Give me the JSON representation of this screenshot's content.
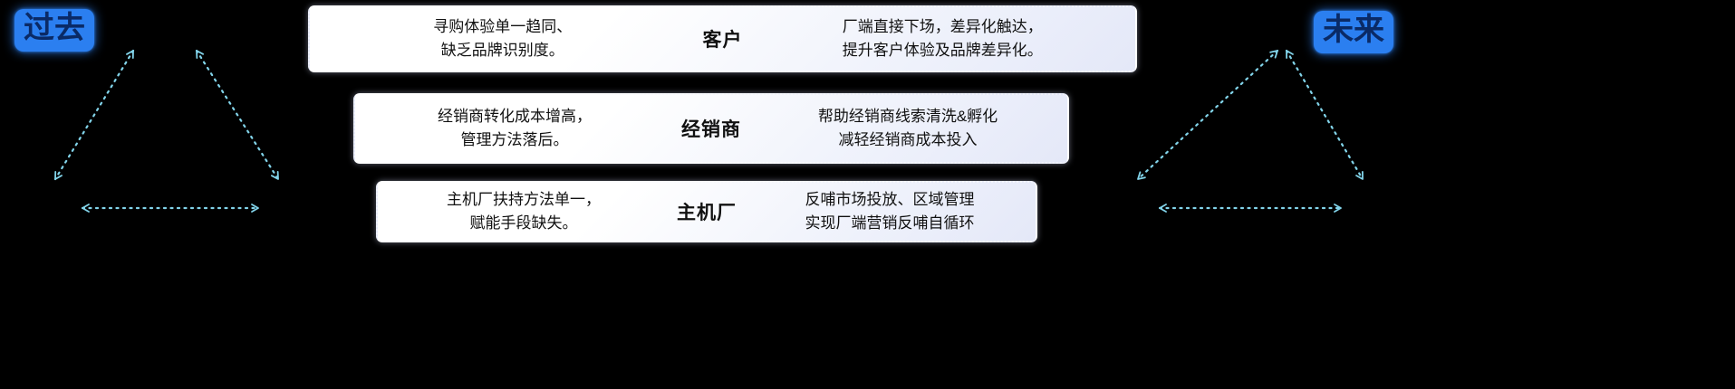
{
  "labels": {
    "past": "过去",
    "future": "未来"
  },
  "rows": [
    {
      "problem": "寻购体验单一趋同、\n缺乏品牌识别度。",
      "entity": "客户",
      "solution": "厂端直接下场，差异化触达，\n提升客户体验及品牌差异化。"
    },
    {
      "problem": "经销商转化成本增高，\n管理方法落后。",
      "entity": "经销商",
      "solution": "帮助经销商线索清洗&孵化\n减轻经销商成本投入"
    },
    {
      "problem": "主机厂扶持方法单一，\n赋能手段缺失。",
      "entity": "主机厂",
      "solution": "反哺市场投放、区域管理\n实现厂端营销反哺自循环"
    }
  ],
  "colors": {
    "background": "#000000",
    "arrow": "#82d4ea",
    "highlight": "#2b7ff0",
    "highlight_text": "#0a2a66"
  }
}
